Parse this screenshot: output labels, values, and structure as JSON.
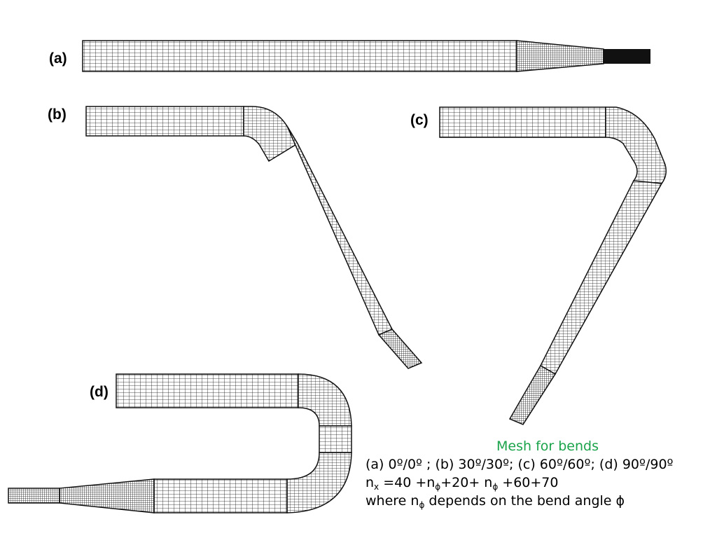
{
  "labels": {
    "a": "(a)",
    "b": "(b)",
    "c": "(c)",
    "d": "(d)"
  },
  "caption": {
    "title": "Mesh for bends",
    "angles": "(a) 0º/0º ; (b) 30º/30º; (c) 60º/60º; (d) 90º/90º",
    "formula": {
      "n": "n",
      "sub_x": "x",
      "part1": " =40 +n",
      "sub_phi1": "ϕ",
      "part2": "+20+ n",
      "sub_phi2": "ϕ",
      "part3": " +60+70"
    },
    "where": {
      "part1": "where n",
      "sub_phi": "ϕ",
      "part2": " depends on the bend angle ϕ"
    }
  },
  "colors": {
    "mesh": "#111111",
    "caption_title": "#1aa34a"
  }
}
